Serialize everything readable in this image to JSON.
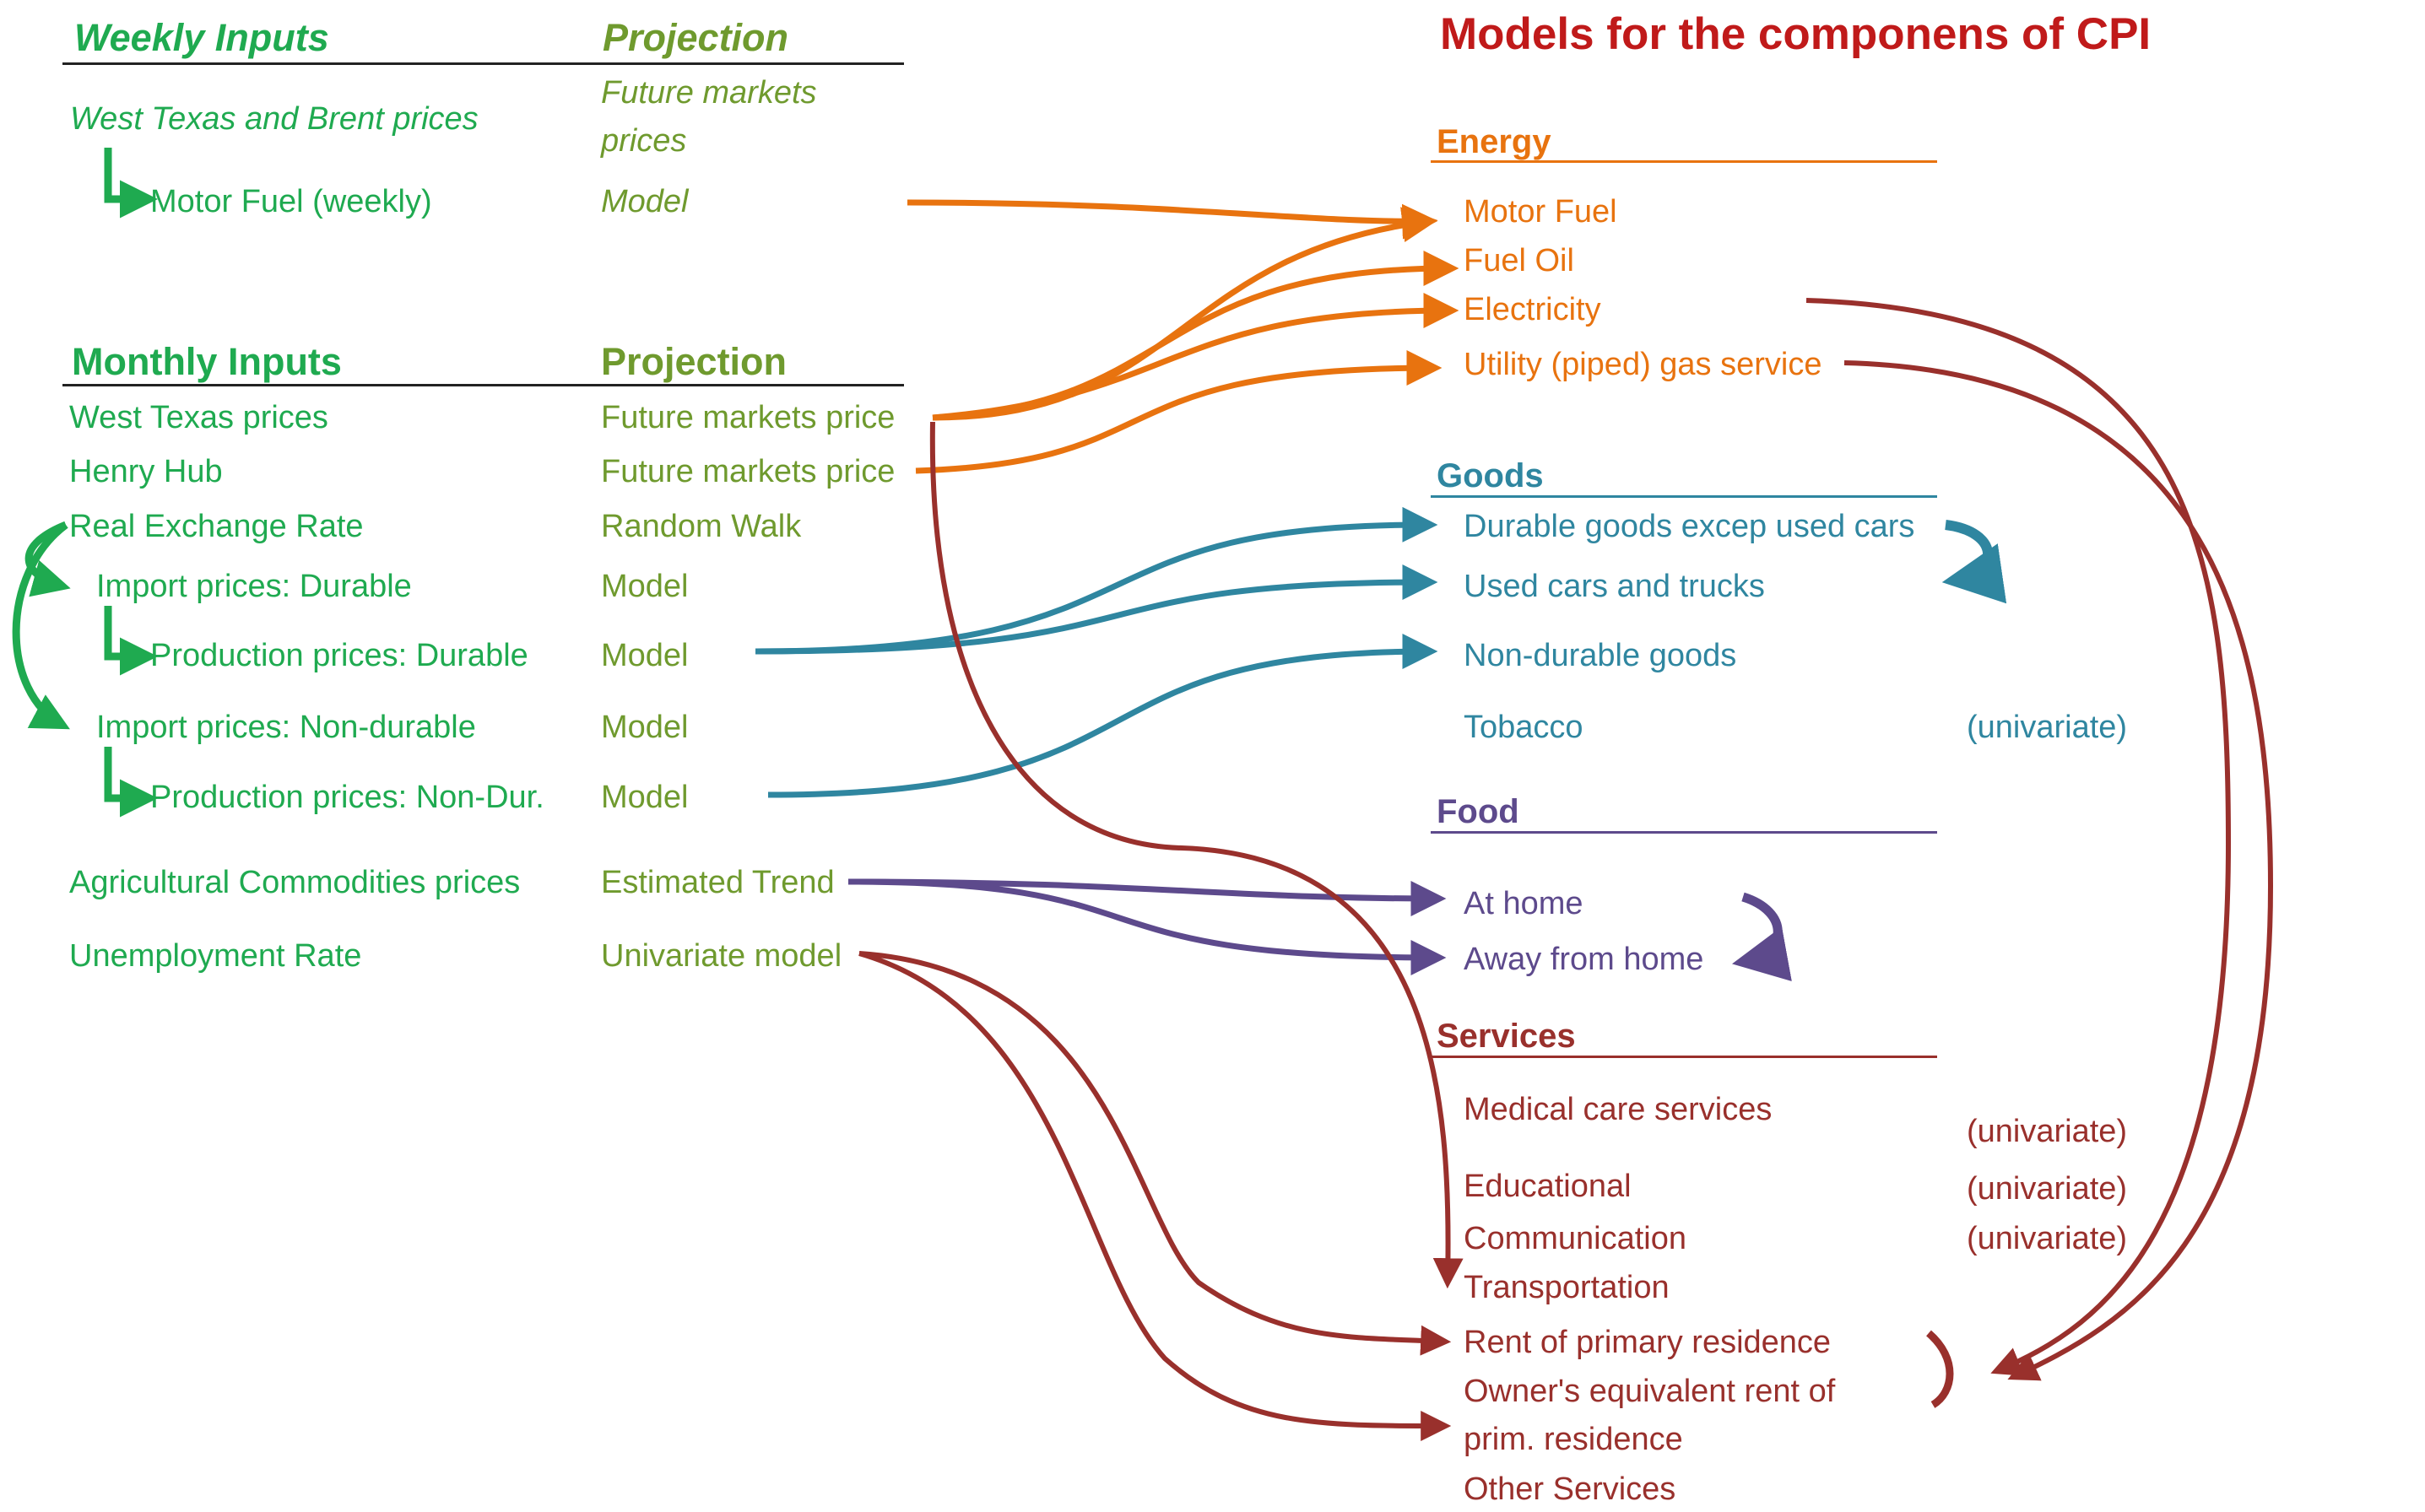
{
  "title": "Models for the componens of CPI",
  "weekly": {
    "header": "Weekly Inputs",
    "projection_header": "Projection",
    "rows": [
      {
        "input": "West Texas and Brent prices",
        "projection_line1": "Future markets",
        "projection_line2": "prices"
      },
      {
        "input": "Motor Fuel (weekly)",
        "projection": "Model"
      }
    ]
  },
  "monthly": {
    "header": "Monthly Inputs",
    "projection_header": "Projection",
    "rows": [
      {
        "input": "West Texas prices",
        "projection": "Future markets price"
      },
      {
        "input": "Henry Hub",
        "projection": "Future markets price"
      },
      {
        "input": "Real Exchange Rate",
        "projection": "Random Walk"
      },
      {
        "input": "Import prices: Durable",
        "projection": "Model"
      },
      {
        "input": "Production prices: Durable",
        "projection": "Model"
      },
      {
        "input": "Import prices: Non-durable",
        "projection": "Model"
      },
      {
        "input": "Production prices: Non-Dur.",
        "projection": "Model"
      },
      {
        "input": "Agricultural Commodities prices",
        "projection": "Estimated Trend"
      },
      {
        "input": "Unemployment Rate",
        "projection": "Univariate model"
      }
    ]
  },
  "groups": {
    "energy": {
      "header": "Energy",
      "items": [
        "Motor Fuel",
        "Fuel Oil",
        "Electricity",
        "Utility (piped) gas service"
      ]
    },
    "goods": {
      "header": "Goods",
      "items": [
        "Durable goods excep used cars",
        "Used cars and trucks",
        "Non-durable goods",
        "Tobacco"
      ],
      "tobacco_note": "(univariate)"
    },
    "food": {
      "header": "Food",
      "items": [
        "At home",
        "Away from home"
      ]
    },
    "services": {
      "header": "Services",
      "items": [
        "Medical care services",
        "Educational",
        "Communication",
        "Transportation",
        "Rent of primary residence",
        "Owner's equivalent rent of",
        "prim. residence",
        "Other Services"
      ],
      "notes": [
        "(univariate)",
        "(univariate)",
        "(univariate)"
      ]
    }
  },
  "colors": {
    "weekly_monthly_inputs": "#1faa50",
    "projection": "#6f9a2e",
    "energy": "#e8730f",
    "goods": "#2f86a0",
    "food": "#5d4a8c",
    "services": "#99302c",
    "title": "#c01a1a"
  }
}
